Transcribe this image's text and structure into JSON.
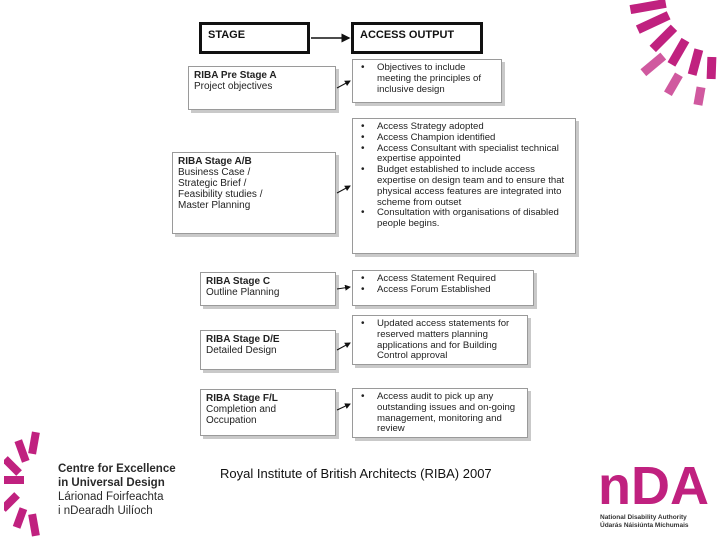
{
  "header": {
    "stage_label": "STAGE",
    "output_label": "ACCESS OUTPUT"
  },
  "stages": [
    {
      "title": "RIBA Pre Stage A",
      "subtitle": "Project objectives"
    },
    {
      "title": "RIBA Stage A/B",
      "subtitle": "Business Case /\nStrategic Brief /\nFeasibility studies /\nMaster Planning"
    },
    {
      "title": "RIBA Stage C",
      "subtitle": "Outline Planning"
    },
    {
      "title": "RIBA Stage D/E",
      "subtitle": "Detailed Design"
    },
    {
      "title": "RIBA Stage F/L",
      "subtitle": "Completion and\nOccupation"
    }
  ],
  "outputs": [
    [
      "Objectives to include meeting the principles of inclusive design"
    ],
    [
      "Access Strategy adopted",
      "Access Champion identified",
      "Access Consultant with specialist technical expertise appointed",
      "Budget established to include access expertise on design team and to ensure that physical access features are integrated into scheme from outset",
      "Consultation with organisations of disabled people begins."
    ],
    [
      "Access Statement Required",
      "Access Forum Established"
    ],
    [
      "Updated access statements for reserved matters planning applications and for Building Control approval"
    ],
    [
      "Access audit to pick up any outstanding issues and on-going management, monitoring and review"
    ]
  ],
  "citation": "Royal Institute of British Architects (RIBA) 2007",
  "logo_left": {
    "line1": "Centre for Excellence",
    "line2": "in Universal Design",
    "line3": "Lárionad Foirfeachta",
    "line4": "i nDearadh Uilíoch"
  },
  "logo_right": {
    "mark": "nDA",
    "line1": "National Disability Authority",
    "line2": "Údarás Náisiúnta Míchumais"
  },
  "colors": {
    "accent": "#c0217f",
    "border": "#9a9a9a",
    "header_border": "#111111"
  }
}
